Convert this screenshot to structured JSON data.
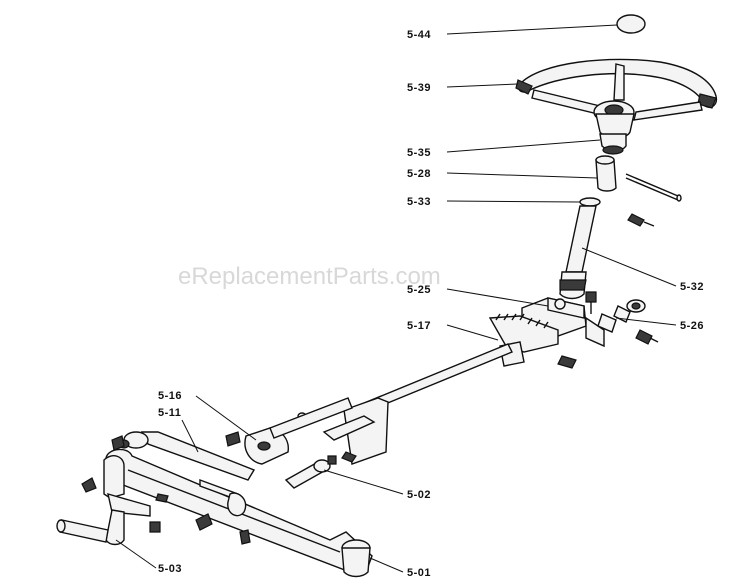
{
  "diagram": {
    "watermark": "eReplacementParts.com",
    "parts": [
      {
        "id": "cap",
        "callout": "5-44"
      },
      {
        "id": "steering-wheel",
        "callout": "5-39"
      },
      {
        "id": "wheel-adapter",
        "callout": "5-35"
      },
      {
        "id": "shaft-collar",
        "callout": "5-28"
      },
      {
        "id": "shaft-washer",
        "callout": "5-33"
      },
      {
        "id": "steering-shaft",
        "callout": "5-32"
      },
      {
        "id": "pinion-gear",
        "callout": "5-25"
      },
      {
        "id": "bracket-hardware",
        "callout": "5-26"
      },
      {
        "id": "sector-gear",
        "callout": "5-17"
      },
      {
        "id": "spindle-bracket",
        "callout": "5-16"
      },
      {
        "id": "drag-link",
        "callout": "5-11"
      },
      {
        "id": "tie-rod-pin",
        "callout": "5-02"
      },
      {
        "id": "spindle",
        "callout": "5-03"
      },
      {
        "id": "front-axle",
        "callout": "5-01"
      }
    ]
  }
}
